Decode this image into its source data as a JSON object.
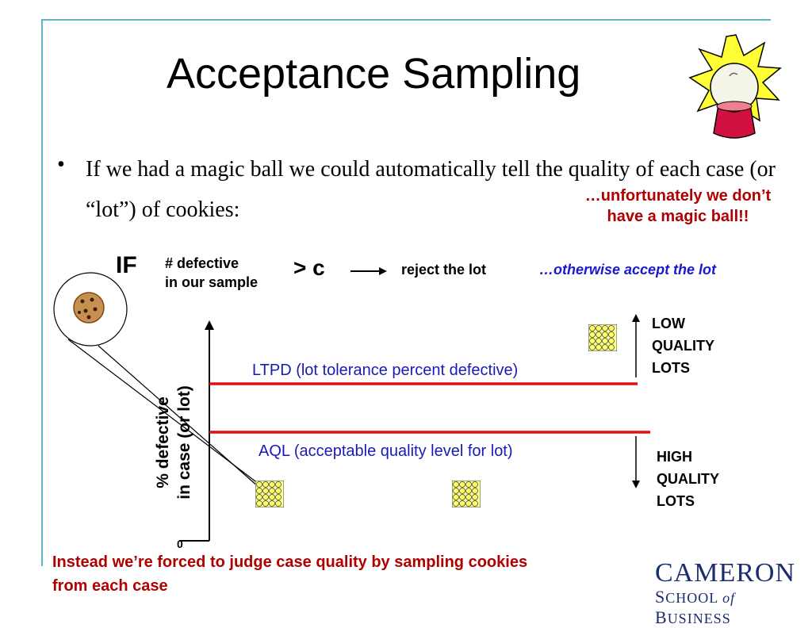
{
  "title": "Acceptance Sampling",
  "bullet": {
    "symbol": "•",
    "text": "If we had a magic ball we could automatically tell the quality of each case (or “lot”) of cookies:"
  },
  "note": {
    "line1": "…unfortunately we don’t",
    "line2": "have a magic ball!!"
  },
  "rule": {
    "if_label": "IF",
    "defect_line1": "# defective",
    "defect_line2": "in our sample",
    "comparison": "> c",
    "arrow": "⟶",
    "action": "reject the lot",
    "otherwise": "…otherwise accept the lot"
  },
  "diagram": {
    "ylabel_line1": "% defective",
    "ylabel_line2": "in case (or lot)",
    "origin": "0",
    "ltpd_label": "LTPD (lot tolerance percent defective)",
    "aql_label": "AQL (acceptable quality level for lot)",
    "low_quality": [
      "LOW",
      "QUALITY",
      "LOTS"
    ],
    "high_quality": [
      "HIGH",
      "QUALITY",
      "LOTS"
    ],
    "line_color": "#e01010"
  },
  "footer": {
    "line1": "Instead we’re forced to judge case quality by sampling cookies",
    "line2": "from each case"
  },
  "logo": {
    "name": "CAMERON",
    "school_c1": "S",
    "school_rest": "CHOOL ",
    "of": "of",
    "business_c1": "B",
    "business_rest": "USINESS"
  },
  "colors": {
    "accent": "#5fb4c7",
    "red_text": "#b00000",
    "blue_text": "#1a1ab4"
  }
}
